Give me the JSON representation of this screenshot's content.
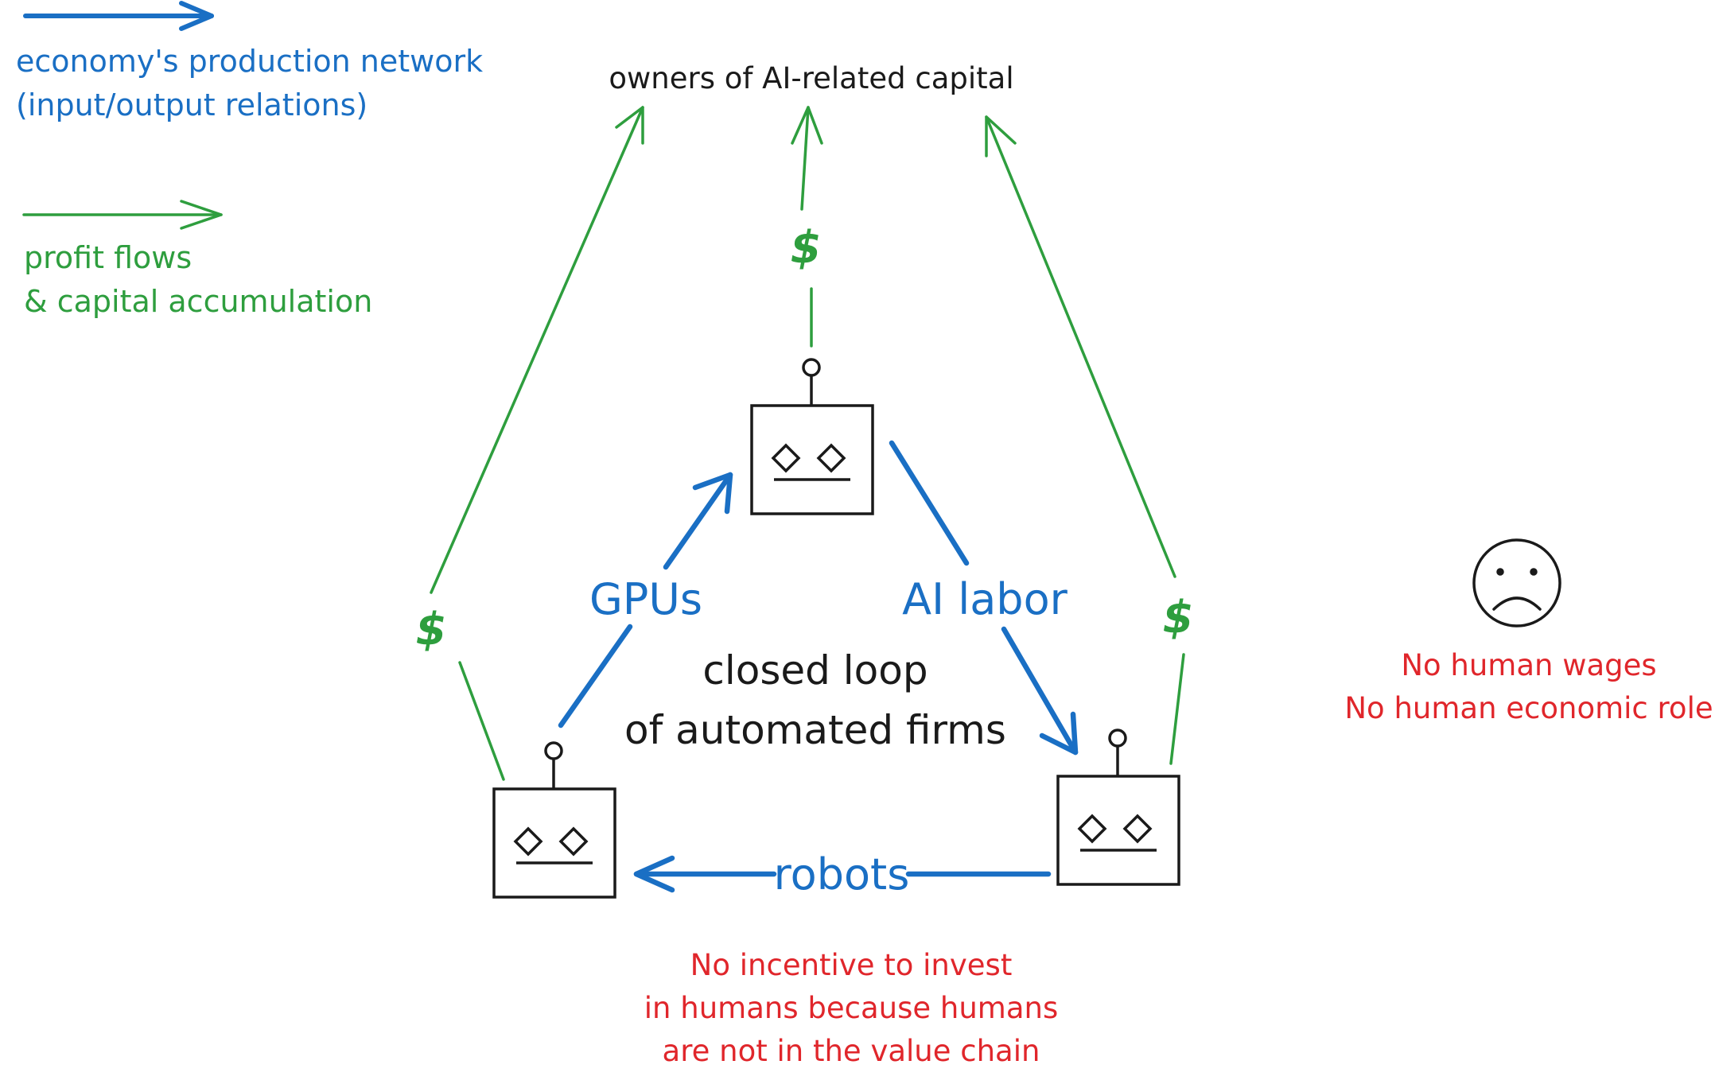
{
  "legend": {
    "production": {
      "line1": "economy's production network",
      "line2": "(input/output relations)",
      "color": "#1a6fc4"
    },
    "profit": {
      "line1": "profit flows",
      "line2": "& capital accumulation",
      "color": "#2e9e3e"
    }
  },
  "owners_label": "owners of AI-related capital",
  "dollar_symbol": "$",
  "flows": {
    "gpus": "GPUs",
    "ai_labor": "AI labor",
    "robots": "robots"
  },
  "center_label": {
    "line1": "closed loop",
    "line2": "of automated firms"
  },
  "right_note": {
    "line1": "No human wages",
    "line2": "No human economic role"
  },
  "bottom_note": {
    "line1": "No incentive to invest",
    "line2": "in humans because humans",
    "line3": "are not in the value chain"
  },
  "nodes": [
    "robot-firm-top",
    "robot-firm-left",
    "robot-firm-right"
  ],
  "icons": [
    "robot-icon",
    "sad-face-icon"
  ],
  "colors": {
    "blue": "#1a6fc4",
    "green": "#2e9e3e",
    "red": "#e0262b",
    "black": "#1a1a1a"
  }
}
